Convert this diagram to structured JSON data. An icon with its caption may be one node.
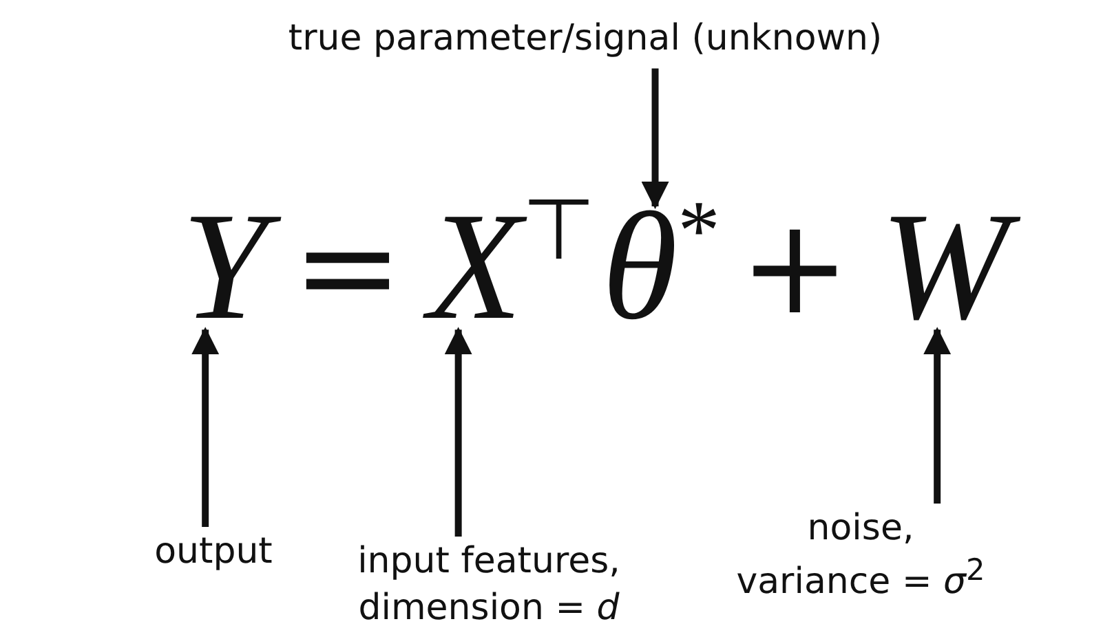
{
  "diagram": {
    "nodes": [
      {
        "text": [
          "true parameter/signal (unknown)"
        ]
      },
      {
        "text": [
          "Y"
        ]
      },
      {
        "text": [
          "X$^{⊤}$"
        ]
      },
      {
        "text": [
          "θ$^{*}$"
        ]
      },
      {
        "text": [
          "W"
        ]
      },
      {
        "text": [
          "output"
        ]
      },
      {
        "text": [
          "input features,",
          "dimension = *d*"
        ]
      },
      {
        "text": [
          "noise,",
          "variance = *σ*$^{2}$"
        ]
      }
    ],
    "edges": [
      {
        "from": 0,
        "to": 3,
        "arrow": "to"
      },
      {
        "from": 5,
        "to": 1,
        "arrow": "to"
      },
      {
        "from": 6,
        "to": 2,
        "arrow": "to"
      },
      {
        "from": 7,
        "to": 4,
        "arrow": "to"
      }
    ],
    "labels": [
      "=",
      "+"
    ]
  }
}
